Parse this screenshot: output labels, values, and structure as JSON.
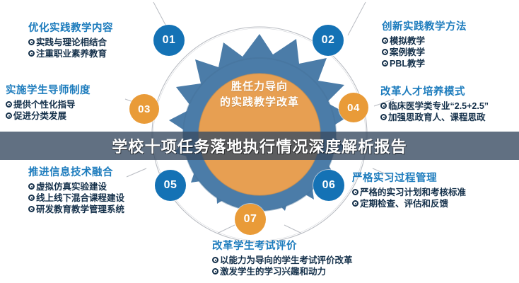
{
  "diagram": {
    "center": {
      "line1": "胜任力导向",
      "line2": "的实践教学改革",
      "inner_color": "#e79f52",
      "star_color": "#4b7ca8",
      "ring_color": "#b9bcc2"
    },
    "badges": [
      {
        "id": "01",
        "label": "01",
        "color": "#1472b5",
        "style": "blue"
      },
      {
        "id": "02",
        "label": "02",
        "color": "#1472b5",
        "style": "blue"
      },
      {
        "id": "03",
        "label": "03",
        "color": "#e99b38",
        "style": "orange"
      },
      {
        "id": "04",
        "label": "04",
        "color": "#e99b38",
        "style": "orange"
      },
      {
        "id": "05",
        "label": "05",
        "color": "#1472b5",
        "style": "blue"
      },
      {
        "id": "06",
        "label": "06",
        "color": "#1472b5",
        "style": "blue"
      },
      {
        "id": "07",
        "label": "07",
        "color": "#e99b38",
        "style": "orange"
      }
    ],
    "heading_color": "#1d7cbd",
    "bullet_text_color": "#14304a",
    "blocks": [
      {
        "number": "01",
        "title": "优化实践教学内容",
        "items": [
          "实践与理论相结合",
          "注重职业素养教育"
        ]
      },
      {
        "number": "02",
        "title": "创新实践教学方法",
        "items": [
          "模拟教学",
          "案例教学",
          "PBL教学"
        ]
      },
      {
        "number": "03",
        "title": "实施学生导师制度",
        "items": [
          "提供个性化指导",
          "促进分类发展"
        ]
      },
      {
        "number": "04",
        "title": "改革人才培养模式",
        "items": [
          "临床医学类专业“2.5+2.5”",
          "加强思政育人、课程思政"
        ]
      },
      {
        "number": "05",
        "title": "推进信息技术融合",
        "items": [
          "虚拟仿真实验建设",
          "线上线下混合课程建设",
          "研发教育教学管理系统"
        ]
      },
      {
        "number": "06",
        "title": "严格实习过程管理",
        "items": [
          "严格的实习计划和考核标准",
          "定期检查、评估和反馈"
        ]
      },
      {
        "number": "07",
        "title": "改革学生考试评价",
        "items": [
          "以能力为导向的学生考试评价改革",
          "激发学生的学习兴趣和动力"
        ]
      }
    ]
  },
  "banner": {
    "title": "学校十项任务落地执行情况深度解析报告",
    "background_color": "#3a4c63",
    "text_color": "#ffffff"
  }
}
